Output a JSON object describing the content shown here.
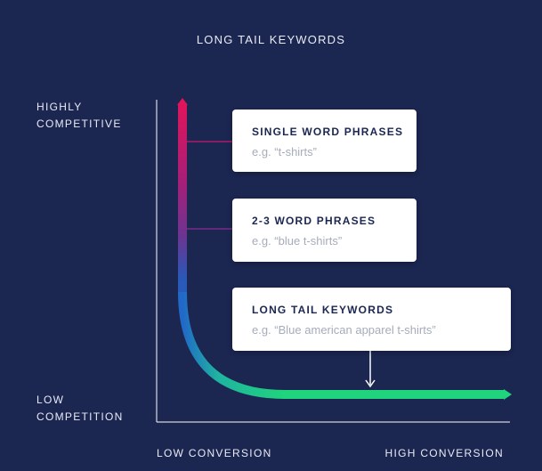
{
  "title": "LONG TAIL KEYWORDS",
  "y_axis": {
    "top_label_line1": "HIGHLY",
    "top_label_line2": "COMPETITIVE",
    "bottom_label_line1": "LOW",
    "bottom_label_line2": "COMPETITION"
  },
  "x_axis": {
    "left_label": "LOW CONVERSION",
    "right_label": "HIGH CONVERSION"
  },
  "cards": [
    {
      "title": "SINGLE WORD PHRASES",
      "example": "e.g. “t-shirts”"
    },
    {
      "title": "2-3 WORD PHRASES",
      "example": "e.g. “blue t-shirts”"
    },
    {
      "title": "LONG TAIL KEYWORDS",
      "example": "e.g. “Blue american apparel t-shirts”"
    }
  ],
  "colors": {
    "background": "#1b2651",
    "curve_top": "#e3145a",
    "curve_mid": "#6a3591",
    "curve_blue": "#2160c4",
    "curve_green": "#1fd47c",
    "connector": "#b0196a",
    "axis": "#ffffff"
  }
}
